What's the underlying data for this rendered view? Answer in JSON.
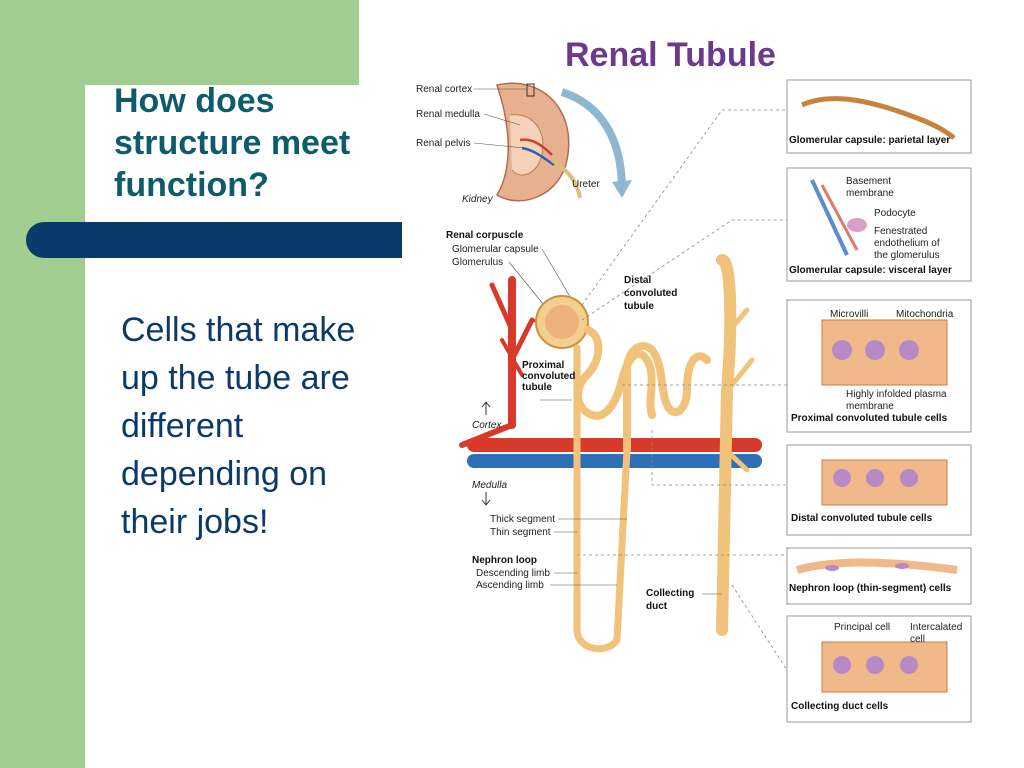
{
  "slide": {
    "title": "How does structure meet function?",
    "body": "Cells that make up the tube are different depending on their jobs!"
  },
  "diagram": {
    "title": "Renal Tubule",
    "kidney_labels": {
      "cortex": "Renal cortex",
      "medulla": "Renal medulla",
      "pelvis": "Renal pelvis",
      "ureter": "Ureter",
      "kidney": "Kidney"
    },
    "corpuscle": {
      "heading": "Renal corpuscle",
      "capsule": "Glomerular capsule",
      "glomerulus": "Glomerulus"
    },
    "tubule_labels": {
      "distal_1": "Distal",
      "distal_2": "convoluted",
      "distal_3": "tubule",
      "proximal_1": "Proximal",
      "proximal_2": "convoluted",
      "proximal_3": "tubule",
      "cortex": "Cortex",
      "medulla": "Medulla",
      "thick_segment": "Thick segment",
      "thin_segment": "Thin segment",
      "nephron_loop": "Nephron loop",
      "descending_limb": "Descending limb",
      "ascending_limb": "Ascending limb",
      "collecting_1": "Collecting",
      "collecting_2": "duct"
    },
    "boxes": [
      {
        "caption": "Glomerular capsule: parietal layer"
      },
      {
        "caption": "Glomerular capsule: visceral layer",
        "labels": [
          "Basement",
          "membrane",
          "Podocyte",
          "Fenestrated",
          "endothelium of",
          "the glomerulus"
        ]
      },
      {
        "caption": "Proximal convoluted tubule cells",
        "labels": [
          "Microvilli",
          "Mitochondria",
          "Highly infolded plasma",
          "membrane"
        ]
      },
      {
        "caption": "Distal convoluted tubule cells"
      },
      {
        "caption": "Nephron loop (thin-segment) cells"
      },
      {
        "caption": "Collecting duct cells",
        "labels": [
          "Principal cell",
          "Intercalated",
          "cell"
        ]
      }
    ],
    "colors": {
      "title": "#6b3a8c",
      "tubule": "#f0c27a",
      "tubule_edge": "#c9923d",
      "artery": "#d83a2a",
      "vein": "#2e6fb8"
    }
  }
}
